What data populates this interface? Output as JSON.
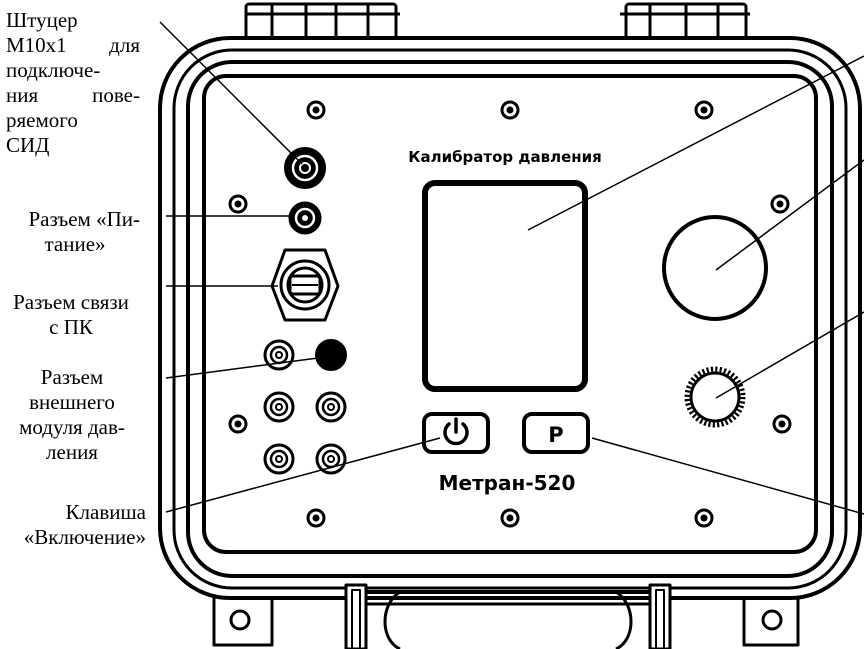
{
  "callouts": {
    "fitting": {
      "line1": "Штуцер",
      "line2a": "М10х1",
      "line2b": "для",
      "line3": "подключе-",
      "line4a": "ния",
      "line4b": "пове-",
      "line5": "ряемого",
      "line6": "СИД"
    },
    "power": {
      "line1": "Разъем «Пи-",
      "line2": "тание»"
    },
    "pc": {
      "line1": "Разъем связи",
      "line2": "с ПК"
    },
    "module": {
      "line1": "Разъем",
      "line2": "внешнего",
      "line3": "модуля дав-",
      "line4": "ления"
    },
    "key": {
      "line1": "Клавиша",
      "line2": "«Включение»"
    }
  },
  "device": {
    "title": "Калибратор давления",
    "model": "Метран-520",
    "p_key": "P"
  },
  "colors": {
    "ink": "#000000",
    "paper": "#ffffff"
  },
  "icons": {
    "power_key": "power-icon"
  }
}
